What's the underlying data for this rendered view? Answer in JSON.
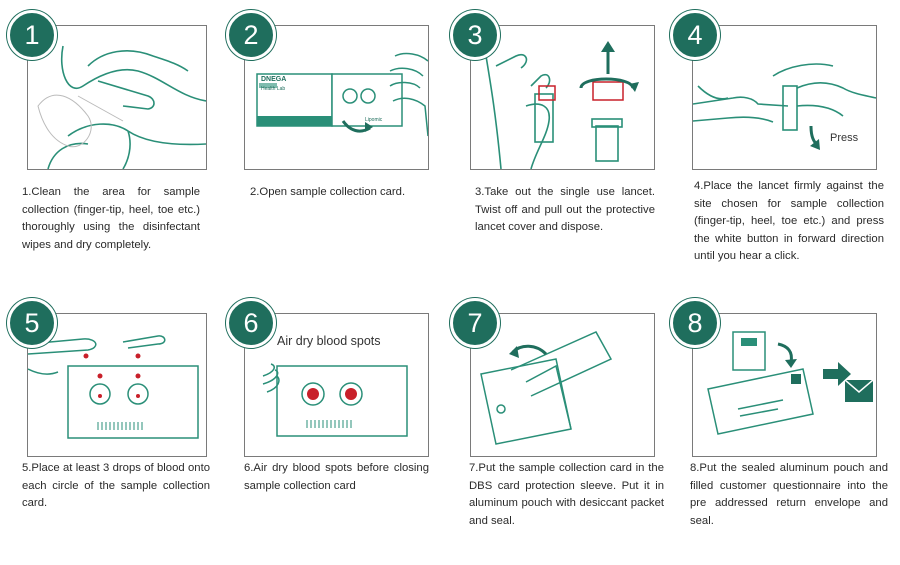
{
  "steps": [
    {
      "num": "1",
      "text": "1.Clean the area for sample collection (finger-tip, heel, toe etc.) thoroughly using the disinfectant wipes and dry completely."
    },
    {
      "num": "2",
      "text": "2.Open sample collection card."
    },
    {
      "num": "3",
      "text": "3.Take out the single use lancet. Twist off and pull out the protective lancet cover and dispose."
    },
    {
      "num": "4",
      "text": "4.Place the lancet firmly against the site chosen for sample collection (finger-tip, heel, toe etc.) and press the white button in forward direction until you hear a click."
    },
    {
      "num": "5",
      "text": "5.Place at least 3 drops of blood onto each circle of  the sample collection card."
    },
    {
      "num": "6",
      "text": "6.Air dry blood spots before closing sample collection card"
    },
    {
      "num": "7",
      "text": "7.Put the sample collection card in the DBS card protection sleeve. Put it in aluminum pouch with desiccant packet and seal."
    },
    {
      "num": "8",
      "text": "8.Put the sealed aluminum pouch and filled customer questionnaire into the pre addressed return envelope and seal."
    }
  ],
  "labels": {
    "press": "Press",
    "air_dry": "Air dry blood spots",
    "card_brand": "DNEGA",
    "card_sub": "Health Lab",
    "card_foot": "Lipomic"
  },
  "colors": {
    "teal": "#1f6e5d",
    "line": "#2a8f78",
    "red": "#c8202a"
  }
}
